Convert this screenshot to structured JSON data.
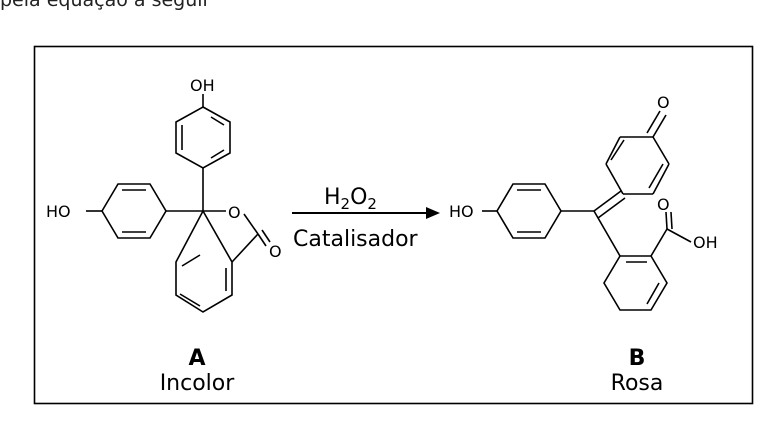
{
  "top_text": "pela equação a seguir",
  "scheme": {
    "reagent_formula": {
      "main": "H",
      "sub1": "2",
      "mid": "O",
      "sub2": "2"
    },
    "catalyst_label": "Catalisador",
    "compound_a": {
      "letter": "A",
      "name": "Incolor"
    },
    "compound_b": {
      "letter": "B",
      "name": "Rosa"
    },
    "atoms": {
      "oh": "OH",
      "ho": "HO",
      "o": "O"
    }
  }
}
